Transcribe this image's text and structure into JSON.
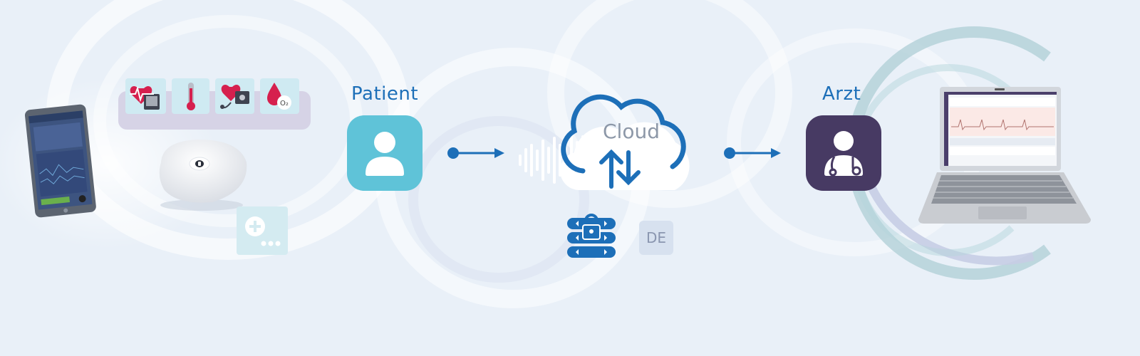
{
  "labels": {
    "patient": "Patient",
    "doctor": "Arzt",
    "cloud": "Cloud",
    "region": "DE"
  },
  "colors": {
    "patient_tile": "#5fc3d8",
    "doctor_tile": "#473a63",
    "accent_blue": "#1d6fb8",
    "vital_red": "#d6204e"
  },
  "icons": {
    "vitals": [
      "ecg-heart-icon",
      "thermometer-icon",
      "blood-pressure-icon",
      "oxygen-drop-icon"
    ],
    "patient": "person-icon",
    "doctor": "doctor-stethoscope-icon",
    "cloud": "cloud-sync-icon",
    "storage": "secure-database-icon",
    "add_more": "add-more-icon"
  }
}
